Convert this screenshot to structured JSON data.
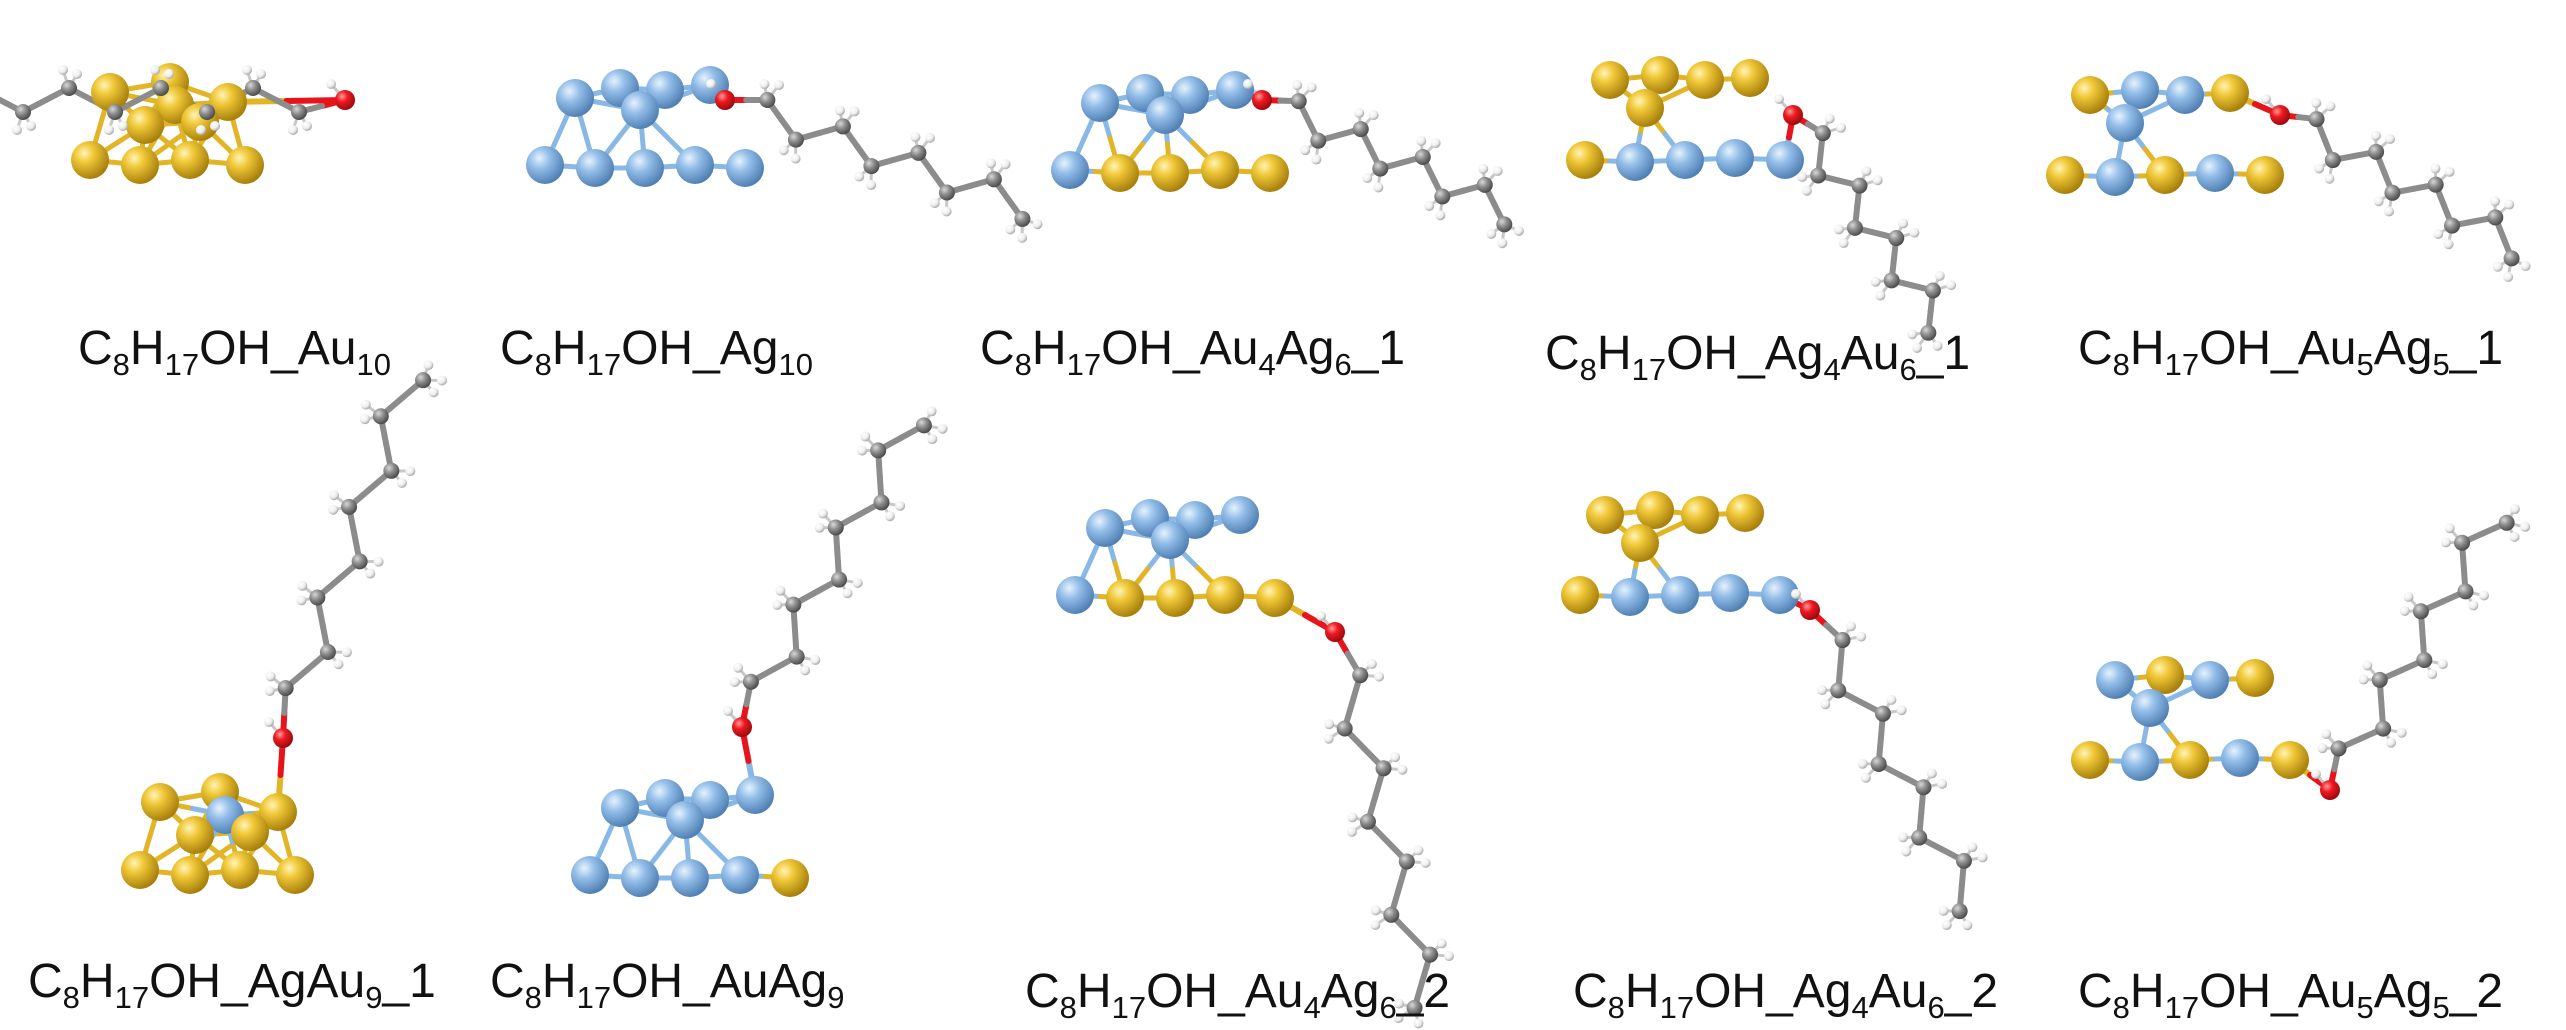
{
  "structures": [
    {
      "id": "s1",
      "formula": "C8H17OH",
      "label": [
        [
          "C",
          ""
        ],
        [
          "8",
          "s"
        ],
        [
          "H",
          ""
        ],
        [
          "17",
          "s"
        ],
        [
          "OH_Au",
          ""
        ],
        [
          "10",
          "s"
        ]
      ],
      "metal_colors": [
        "#E2B526",
        "#E2B526",
        "#E2B526",
        "#E2B526",
        "#E2B526",
        "#E2B526",
        "#E2B526",
        "#E2B526",
        "#E2B526",
        "#E2B526"
      ],
      "chain_length": 8
    },
    {
      "id": "s2",
      "formula": "C8H17OH",
      "label": [
        [
          "C",
          ""
        ],
        [
          "8",
          "s"
        ],
        [
          "H",
          ""
        ],
        [
          "17",
          "s"
        ],
        [
          "OH_Ag",
          ""
        ],
        [
          "10",
          "s"
        ]
      ],
      "metal_colors": [
        "#88B8E6",
        "#88B8E6",
        "#88B8E6",
        "#88B8E6",
        "#88B8E6",
        "#88B8E6",
        "#88B8E6",
        "#88B8E6",
        "#88B8E6",
        "#88B8E6"
      ],
      "chain_length": 8
    },
    {
      "id": "s3",
      "formula": "C8H17OH",
      "label": [
        [
          "C",
          ""
        ],
        [
          "8",
          "s"
        ],
        [
          "H",
          ""
        ],
        [
          "17",
          "s"
        ],
        [
          "OH_Au",
          ""
        ],
        [
          "4",
          "s"
        ],
        [
          "Ag",
          ""
        ],
        [
          "6",
          "s"
        ],
        [
          "_1",
          ""
        ]
      ],
      "metal_colors": [
        "#88B8E6",
        "#88B8E6",
        "#88B8E6",
        "#88B8E6",
        "#88B8E6",
        "#88B8E6",
        "#E2B526",
        "#E2B526",
        "#E2B526",
        "#E2B526"
      ],
      "chain_length": 8
    },
    {
      "id": "s4",
      "formula": "C8H17OH",
      "label": [
        [
          "C",
          ""
        ],
        [
          "8",
          "s"
        ],
        [
          "H",
          ""
        ],
        [
          "17",
          "s"
        ],
        [
          "OH_Ag",
          ""
        ],
        [
          "4",
          "s"
        ],
        [
          "Au",
          ""
        ],
        [
          "6",
          "s"
        ],
        [
          "_1",
          ""
        ]
      ],
      "metal_colors": [
        "#E2B526",
        "#E2B526",
        "#E2B526",
        "#E2B526",
        "#E2B526",
        "#E2B526",
        "#88B8E6",
        "#88B8E6",
        "#88B8E6",
        "#88B8E6"
      ],
      "chain_length": 8
    },
    {
      "id": "s5",
      "formula": "C8H17OH",
      "label": [
        [
          "C",
          ""
        ],
        [
          "8",
          "s"
        ],
        [
          "H",
          ""
        ],
        [
          "17",
          "s"
        ],
        [
          "OH_Au",
          ""
        ],
        [
          "5",
          "s"
        ],
        [
          "Ag",
          ""
        ],
        [
          "5",
          "s"
        ],
        [
          "_1",
          ""
        ]
      ],
      "metal_colors": [
        "#E2B526",
        "#88B8E6",
        "#88B8E6",
        "#E2B526",
        "#88B8E6",
        "#E2B526",
        "#88B8E6",
        "#E2B526",
        "#88B8E6",
        "#E2B526"
      ],
      "chain_length": 8
    },
    {
      "id": "s6",
      "formula": "C8H17OH",
      "label": [
        [
          "C",
          ""
        ],
        [
          "8",
          "s"
        ],
        [
          "H",
          ""
        ],
        [
          "17",
          "s"
        ],
        [
          "OH_AgAu",
          ""
        ],
        [
          "9",
          "s"
        ],
        [
          "_1",
          ""
        ]
      ],
      "metal_colors": [
        "#E2B526",
        "#E2B526",
        "#E2B526",
        "#E2B526",
        "#E2B526",
        "#E2B526",
        "#E2B526",
        "#E2B526",
        "#E2B526",
        "#88B8E6"
      ],
      "chain_length": 8
    },
    {
      "id": "s7",
      "formula": "C8H17OH",
      "label": [
        [
          "C",
          ""
        ],
        [
          "8",
          "s"
        ],
        [
          "H",
          ""
        ],
        [
          "17",
          "s"
        ],
        [
          "OH_AuAg",
          ""
        ],
        [
          "9",
          "s"
        ]
      ],
      "metal_colors": [
        "#88B8E6",
        "#88B8E6",
        "#88B8E6",
        "#88B8E6",
        "#88B8E6",
        "#88B8E6",
        "#88B8E6",
        "#88B8E6",
        "#88B8E6",
        "#E2B526"
      ],
      "chain_length": 8
    },
    {
      "id": "s8",
      "formula": "C8H17OH",
      "label": [
        [
          "C",
          ""
        ],
        [
          "8",
          "s"
        ],
        [
          "H",
          ""
        ],
        [
          "17",
          "s"
        ],
        [
          "OH_Au",
          ""
        ],
        [
          "4",
          "s"
        ],
        [
          "Ag",
          ""
        ],
        [
          "6",
          "s"
        ],
        [
          "_2",
          ""
        ]
      ],
      "metal_colors": [
        "#88B8E6",
        "#88B8E6",
        "#88B8E6",
        "#88B8E6",
        "#88B8E6",
        "#88B8E6",
        "#E2B526",
        "#E2B526",
        "#E2B526",
        "#E2B526"
      ],
      "chain_length": 8
    },
    {
      "id": "s9",
      "formula": "C8H17OH",
      "label": [
        [
          "C",
          ""
        ],
        [
          "8",
          "s"
        ],
        [
          "H",
          ""
        ],
        [
          "17",
          "s"
        ],
        [
          "OH_Ag",
          ""
        ],
        [
          "4",
          "s"
        ],
        [
          "Au",
          ""
        ],
        [
          "6",
          "s"
        ],
        [
          "_2",
          ""
        ]
      ],
      "metal_colors": [
        "#E2B526",
        "#E2B526",
        "#E2B526",
        "#E2B526",
        "#E2B526",
        "#E2B526",
        "#88B8E6",
        "#88B8E6",
        "#88B8E6",
        "#88B8E6"
      ],
      "chain_length": 8
    },
    {
      "id": "s10",
      "formula": "C8H17OH",
      "label": [
        [
          "C",
          ""
        ],
        [
          "8",
          "s"
        ],
        [
          "H",
          ""
        ],
        [
          "17",
          "s"
        ],
        [
          "OH_Au",
          ""
        ],
        [
          "5",
          "s"
        ],
        [
          "Ag",
          ""
        ],
        [
          "5",
          "s"
        ],
        [
          "_2",
          ""
        ]
      ],
      "metal_colors": [
        "#88B8E6",
        "#E2B526",
        "#88B8E6",
        "#E2B526",
        "#88B8E6",
        "#E2B526",
        "#88B8E6",
        "#E2B526",
        "#88B8E6",
        "#E2B526"
      ],
      "chain_length": 8
    }
  ],
  "atom_colors": {
    "Au": "#E2B526",
    "Ag": "#88B8E6",
    "O": "#E8141B",
    "C": "#8C8C8C",
    "H": "#F2F2F2"
  }
}
